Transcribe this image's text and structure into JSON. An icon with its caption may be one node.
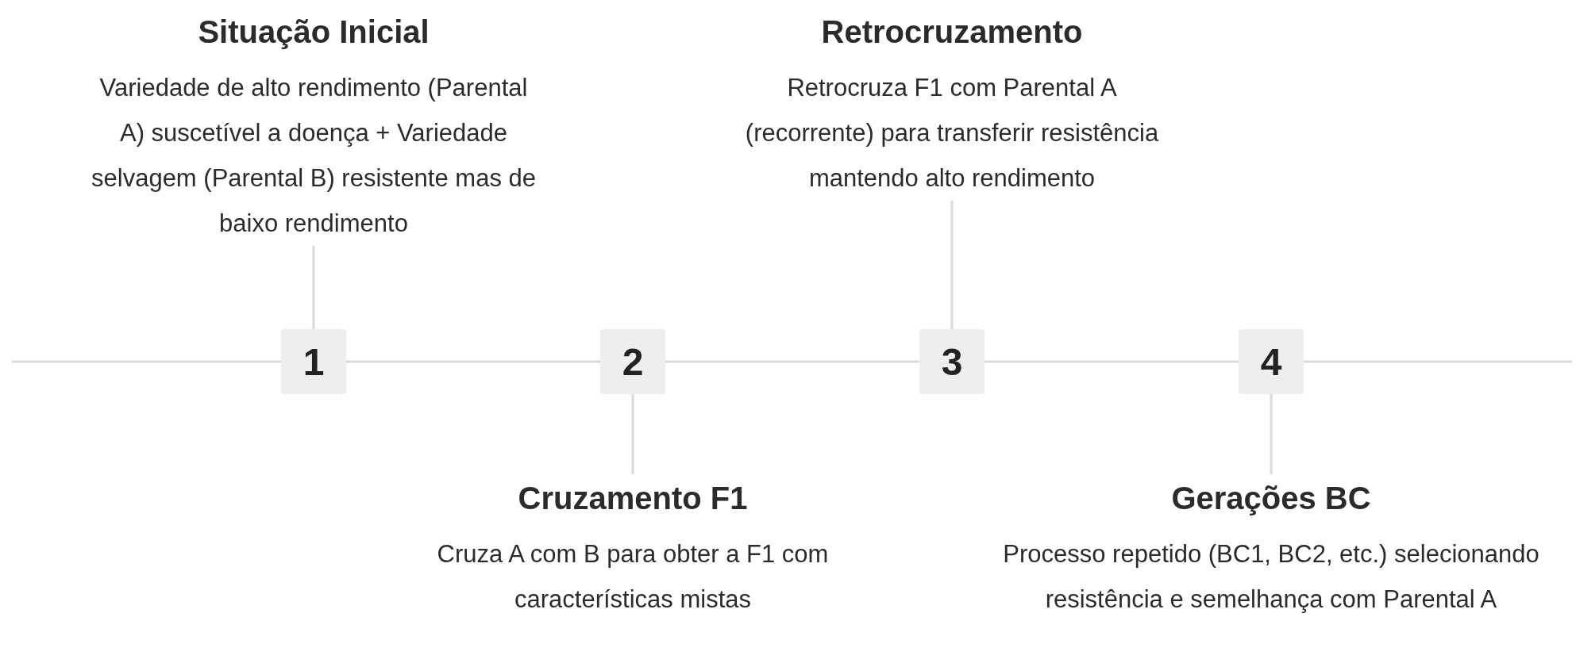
{
  "diagram": {
    "nodes": [
      {
        "text": [
          "Situação Inicial",
          "Variedade de alto rendimento (Parental A) suscetível a doença + Variedade selvagem (Parental B) resistente mas de baixo rendimento"
        ]
      },
      {
        "text": [
          "Retrocruzamento",
          "Retrocruza F1 com Parental A (recorrente) para transferir resistência mantendo alto rendimento"
        ]
      },
      {
        "text": [
          "1"
        ]
      },
      {
        "text": [
          "2"
        ]
      },
      {
        "text": [
          "3"
        ]
      },
      {
        "text": [
          "4"
        ]
      },
      {
        "text": [
          "Cruzamento F1",
          "Cruza A com B para obter a F1 com características mistas"
        ]
      },
      {
        "text": [
          "Gerações BC",
          "Processo repetido (BC1, BC2, etc.) selecionando resistência e semelhança com Parental A"
        ]
      }
    ],
    "edges": [
      {
        "from": 2,
        "to": 0,
        "arrow": "none"
      },
      {
        "from": 3,
        "to": 6,
        "arrow": "none"
      },
      {
        "from": 4,
        "to": 1,
        "arrow": "none"
      },
      {
        "from": 5,
        "to": 7,
        "arrow": "none"
      }
    ]
  }
}
